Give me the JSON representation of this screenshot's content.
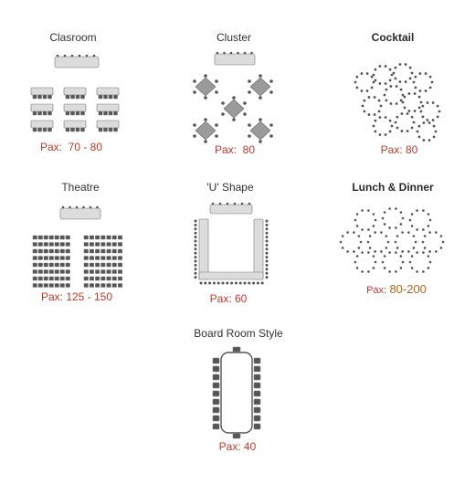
{
  "layouts": [
    {
      "id": "classroom",
      "title": "Clasroom",
      "pax_label": "Pax:",
      "pax_value": "70 - 80"
    },
    {
      "id": "cluster",
      "title": "Cluster",
      "pax_label": "Pax:",
      "pax_value": "80"
    },
    {
      "id": "cocktail",
      "title": "Cocktail",
      "pax_label": "Pax:",
      "pax_value": "80"
    },
    {
      "id": "theatre",
      "title": "Theatre",
      "pax_label": "Pax:",
      "pax_value": "125 - 150"
    },
    {
      "id": "ushape",
      "title": "'U' Shape",
      "pax_label": "Pax:",
      "pax_value": "60"
    },
    {
      "id": "lunch",
      "title": "Lunch & Dinner",
      "pax_label": "Pax:",
      "pax_value": "80-200"
    },
    {
      "id": "boardroom",
      "title": "Board Room Style",
      "pax_label": "Pax:",
      "pax_value": "40"
    }
  ],
  "colors": {
    "table": "#9a9a9a",
    "table_light": "#dcdcdc",
    "chair": "#555555",
    "pax": "#c0392b",
    "pax_value_alt": "#b5651d"
  }
}
